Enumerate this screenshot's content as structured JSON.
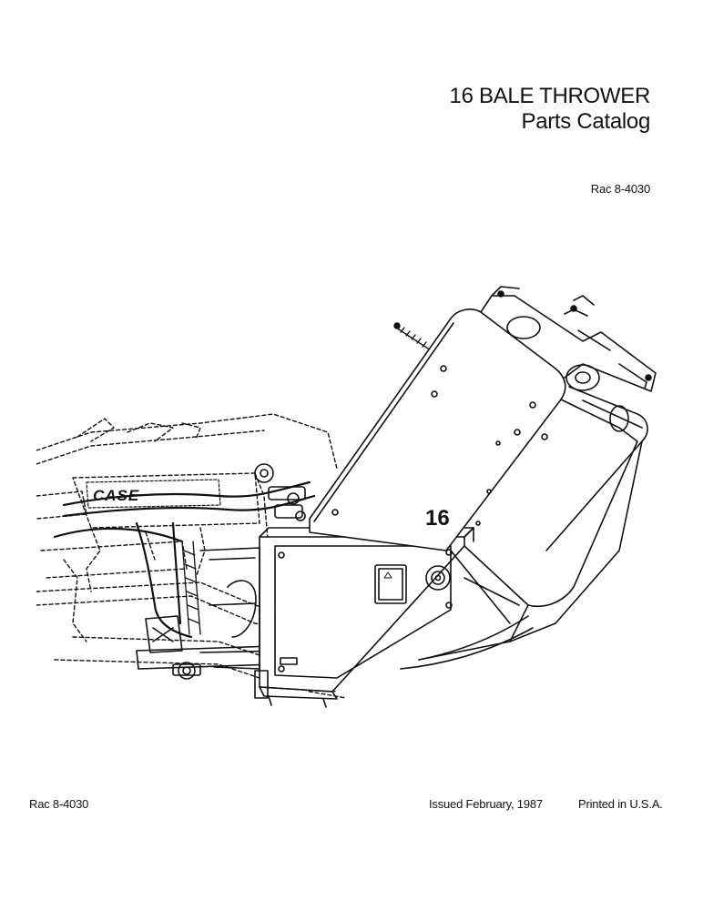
{
  "header": {
    "title": "16 BALE THROWER",
    "subtitle": "Parts Catalog",
    "code": "Rac 8-4030"
  },
  "illustration": {
    "model_label": "16",
    "brand_label": "CASE"
  },
  "footer": {
    "code": "Rac 8-4030",
    "issued": "Issued February, 1987",
    "printed": "Printed in U.S.A."
  }
}
